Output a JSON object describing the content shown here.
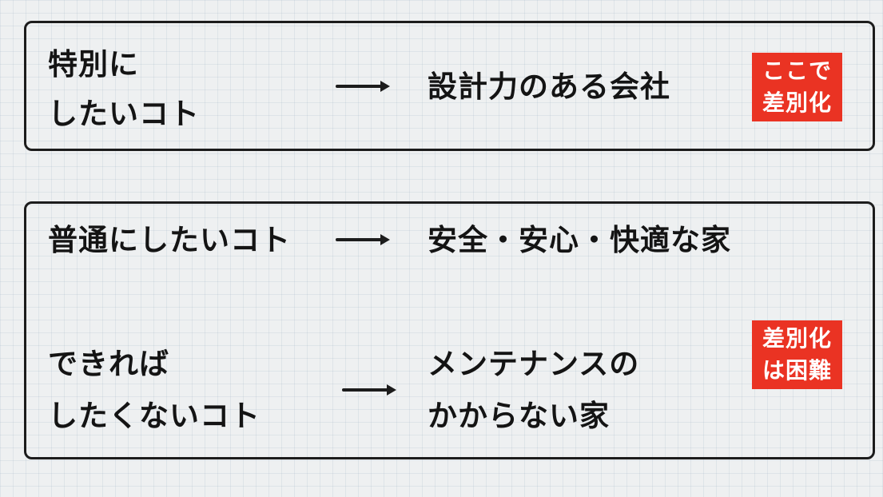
{
  "colors": {
    "background": "#eef0f1",
    "border": "#1c1c1c",
    "text": "#141414",
    "badge": "#ea3323",
    "badge_text": "#ffffff"
  },
  "top_section": {
    "label_line1": "特別に",
    "label_line2": "したいコト",
    "arrow_icon": "right-arrow-icon",
    "result": "設計力のある会社",
    "badge_line1": "ここで",
    "badge_line2": "差別化"
  },
  "bottom_section": {
    "row1": {
      "label": "普通にしたいコト",
      "arrow_icon": "right-arrow-icon",
      "result": "安全・安心・快適な家"
    },
    "row2": {
      "label_line1": "できれば",
      "label_line2": "したくないコト",
      "arrow_icon": "right-arrow-icon",
      "result_line1": "メンテナンスの",
      "result_line2": "かからない家",
      "badge_line1": "差別化",
      "badge_line2": "は困難"
    }
  }
}
